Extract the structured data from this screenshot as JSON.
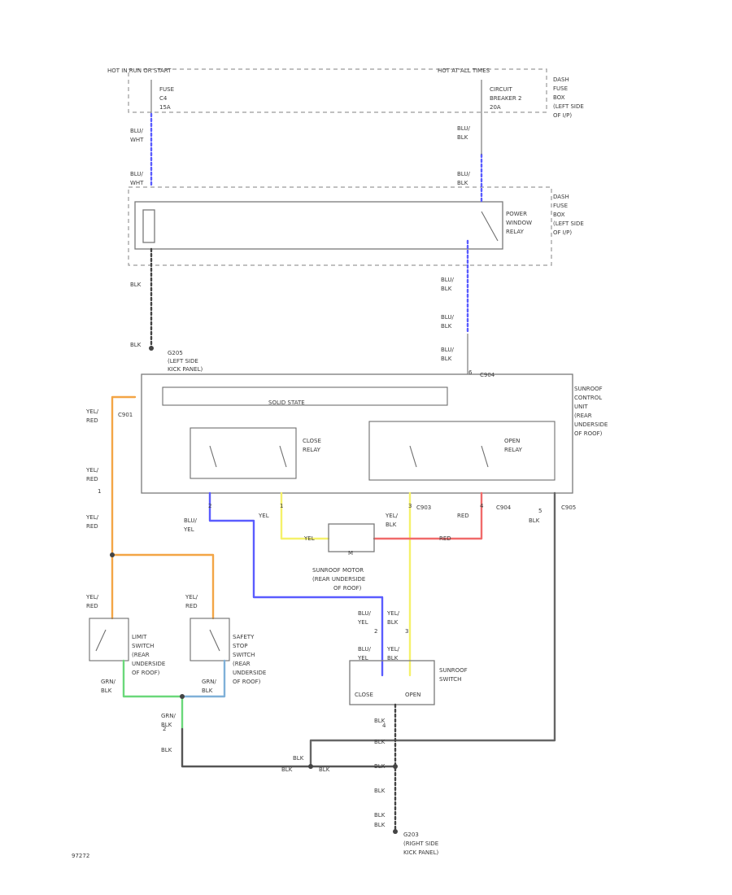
{
  "top": {
    "hot_left": "HOT IN RUN OR START",
    "hot_right": "HOT AT ALL TIMES",
    "fuse_left_1": "FUSE",
    "fuse_left_2": "C4",
    "fuse_left_3": "15A",
    "cb_right_1": "CIRCUIT",
    "cb_right_2": "BREAKER 2",
    "cb_right_3": "20A",
    "dash_box_1": "DASH",
    "dash_box_2": "FUSE",
    "dash_box_3": "BOX",
    "dash_box_4": "(LEFT SIDE",
    "dash_box_5": "OF I/P)"
  },
  "wires": {
    "blu_wht_1": "BLU/",
    "blu_wht_2": "WHT",
    "blu_wht_3": "BLU/",
    "blu_wht_4": "WHT",
    "blu_blk_1": "BLU/",
    "blu_blk_2": "BLK",
    "blu_blk_3": "BLU/",
    "blu_blk_4": "BLK",
    "blk_1": "BLK",
    "blk_2": "BLK",
    "blu_blk_5": "BLU/",
    "blu_blk_6": "BLK",
    "blu_blk_7": "BLU/",
    "blu_blk_8": "BLK",
    "blu_blk_9": "BLU/",
    "blu_blk_10": "BLK",
    "yel_red_1": "YEL/",
    "yel_red_2": "RED",
    "yel_red_3": "YEL/",
    "yel_red_4": "RED",
    "yel_red_5": "YEL/",
    "yel_red_6": "RED",
    "yel_red_7": "YEL/",
    "yel_red_8": "RED",
    "yel_red_9": "YEL/",
    "yel_red_10": "RED",
    "blu_yel_1": "BLU/",
    "blu_yel_2": "YEL",
    "yel_1": "YEL",
    "yel_blk_1": "YEL/",
    "yel_blk_2": "BLK",
    "red_1": "RED",
    "blk_3": "BLK",
    "yel_2": "YEL",
    "red_2": "RED",
    "blu_yel_3": "BLU/",
    "blu_yel_4": "YEL",
    "yel_blk_3": "YEL/",
    "yel_blk_4": "BLK",
    "blu_yel_5": "BLU/",
    "blu_yel_6": "YEL",
    "yel_blk_5": "YEL/",
    "yel_blk_6": "BLK",
    "grn_blk_1": "GRN/",
    "grn_blk_2": "BLK",
    "grn_blk_3": "GRN/",
    "grn_blk_4": "BLK",
    "grn_blk_5": "GRN/",
    "grn_blk_6": "BLK",
    "blk_4": "BLK",
    "blk_5": "BLK",
    "blk_6": "BLK",
    "blk_7": "BLK",
    "blk_8": "BLK",
    "blk_9": "BLK",
    "blk_10": "BLK",
    "blk_11": "BLK",
    "blk_12": "BLK",
    "blk_13": "BLK"
  },
  "components": {
    "power_relay_1": "POWER",
    "power_relay_2": "WINDOW",
    "power_relay_3": "RELAY",
    "g_left_1": "G205",
    "g_left_2": "(LEFT SIDE",
    "g_left_3": "KICK PANEL)",
    "g_right_1": "G203",
    "g_right_2": "(RIGHT SIDE",
    "g_right_3": "KICK PANEL)",
    "scu_1": "SUNROOF",
    "scu_2": "CONTROL",
    "scu_3": "UNIT",
    "scu_4": "(REAR",
    "scu_5": "UNDERSIDE",
    "scu_6": "OF ROOF)",
    "solid_state": "SOLID STATE",
    "close_relay_1": "CLOSE",
    "close_relay_2": "RELAY",
    "open_relay_1": "OPEN",
    "open_relay_2": "RELAY",
    "motor_1": "SUNROOF MOTOR",
    "motor_2": "(REAR UNDERSIDE",
    "motor_3": "OF ROOF)",
    "motor_m": "M",
    "limit_sw_1": "LIMIT",
    "limit_sw_2": "SWITCH",
    "limit_sw_3": "(REAR",
    "limit_sw_4": "UNDERSIDE",
    "limit_sw_5": "OF ROOF)",
    "safety_sw_1": "SAFETY",
    "safety_sw_2": "STOP",
    "safety_sw_3": "SWITCH",
    "safety_sw_4": "(REAR",
    "safety_sw_5": "UNDERSIDE",
    "safety_sw_6": "OF ROOF)",
    "sunroof_sw_1": "SUNROOF",
    "sunroof_sw_2": "SWITCH",
    "sw_close": "CLOSE",
    "sw_open": "OPEN"
  },
  "connectors": {
    "c_top": "C904",
    "c_left": "C901",
    "c_mid": "C903",
    "c_right": "C904",
    "c_far": "C905"
  },
  "pins": {
    "p1": "1",
    "p2": "2",
    "p3": "3",
    "p4": "4",
    "p5": "5",
    "p6": "1",
    "p7": "2",
    "p8": "3",
    "p9": "4",
    "p10": "2",
    "p11": "6"
  },
  "footer": {
    "code": "97272"
  },
  "colors": {
    "blue": "#5a5cff",
    "orange": "#f3a545",
    "yellow": "#f5f16a",
    "red": "#f06a6a",
    "green": "#6ad87a",
    "teal": "#7fb0d8",
    "dark": "#444444"
  }
}
